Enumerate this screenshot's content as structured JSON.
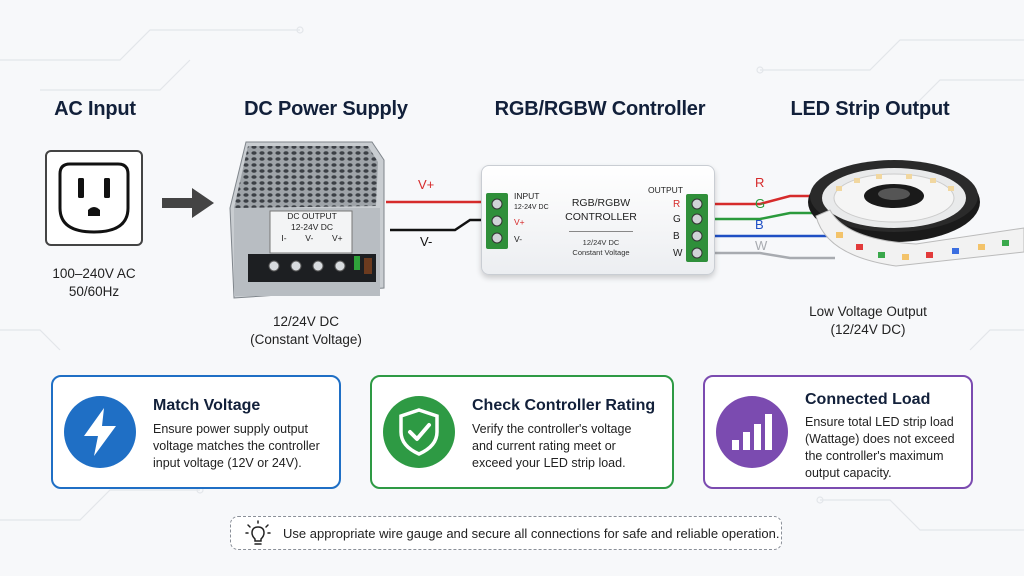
{
  "stages": {
    "ac_input": {
      "title": "AC Input",
      "caption_line1": "100–240V AC",
      "caption_line2": "50/60Hz"
    },
    "power_supply": {
      "title": "DC Power Supply",
      "label_line1": "DC OUTPUT",
      "label_line2": "12-24V DC",
      "terminal_1": "I-",
      "terminal_2": "V-",
      "terminal_3": "V+",
      "caption_line1": "12/24V DC",
      "caption_line2": "(Constant Voltage)"
    },
    "controller": {
      "title": "RGB/RGBW Controller",
      "input_label": "INPUT",
      "input_spec": "12-24V DC",
      "input_pos": "V+",
      "input_neg": "V-",
      "name_line1": "RGB/RGBW",
      "name_line2": "CONTROLLER",
      "spec_line1": "12/24V DC",
      "spec_line2": "Constant Voltage",
      "output_label": "OUTPUT",
      "out_r": "R",
      "out_g": "G",
      "out_b": "B",
      "out_w": "W"
    },
    "led_strip": {
      "title": "LED Strip Output",
      "caption_line1": "Low Voltage Output",
      "caption_line2": "(12/24V DC)"
    }
  },
  "wires": {
    "positive_label": "V+",
    "negative_label": "V-",
    "r_label": "R",
    "g_label": "G",
    "b_label": "B",
    "w_label": "W",
    "colors": {
      "red": "#d62b2b",
      "green": "#2a9a3c",
      "blue": "#1f4fc4",
      "white": "#a8abb0",
      "black": "#111111"
    }
  },
  "cards": [
    {
      "title": "Match Voltage",
      "body_line1": "Ensure power supply output",
      "body_line2": "voltage matches the controller",
      "body_line3": "input voltage (12V or 24V).",
      "icon": "lightning-bolt-icon",
      "color": "#1f6fc5"
    },
    {
      "title": "Check Controller Rating",
      "body_line1": "Verify the controller's voltage",
      "body_line2": "and current rating meet or",
      "body_line3": "exceed your LED strip load.",
      "icon": "shield-check-icon",
      "color": "#2e9a44"
    },
    {
      "title": "Connected Load",
      "body_line1": "Ensure total LED strip load",
      "body_line2": "(Wattage) does not exceed",
      "body_line3": "the controller's maximum",
      "body_line4": "output capacity.",
      "icon": "bar-chart-icon",
      "color": "#7b4bb0"
    }
  ],
  "tip": {
    "text": "Use appropriate wire gauge and secure all connections for safe and reliable operation.",
    "icon": "lightbulb-icon"
  }
}
